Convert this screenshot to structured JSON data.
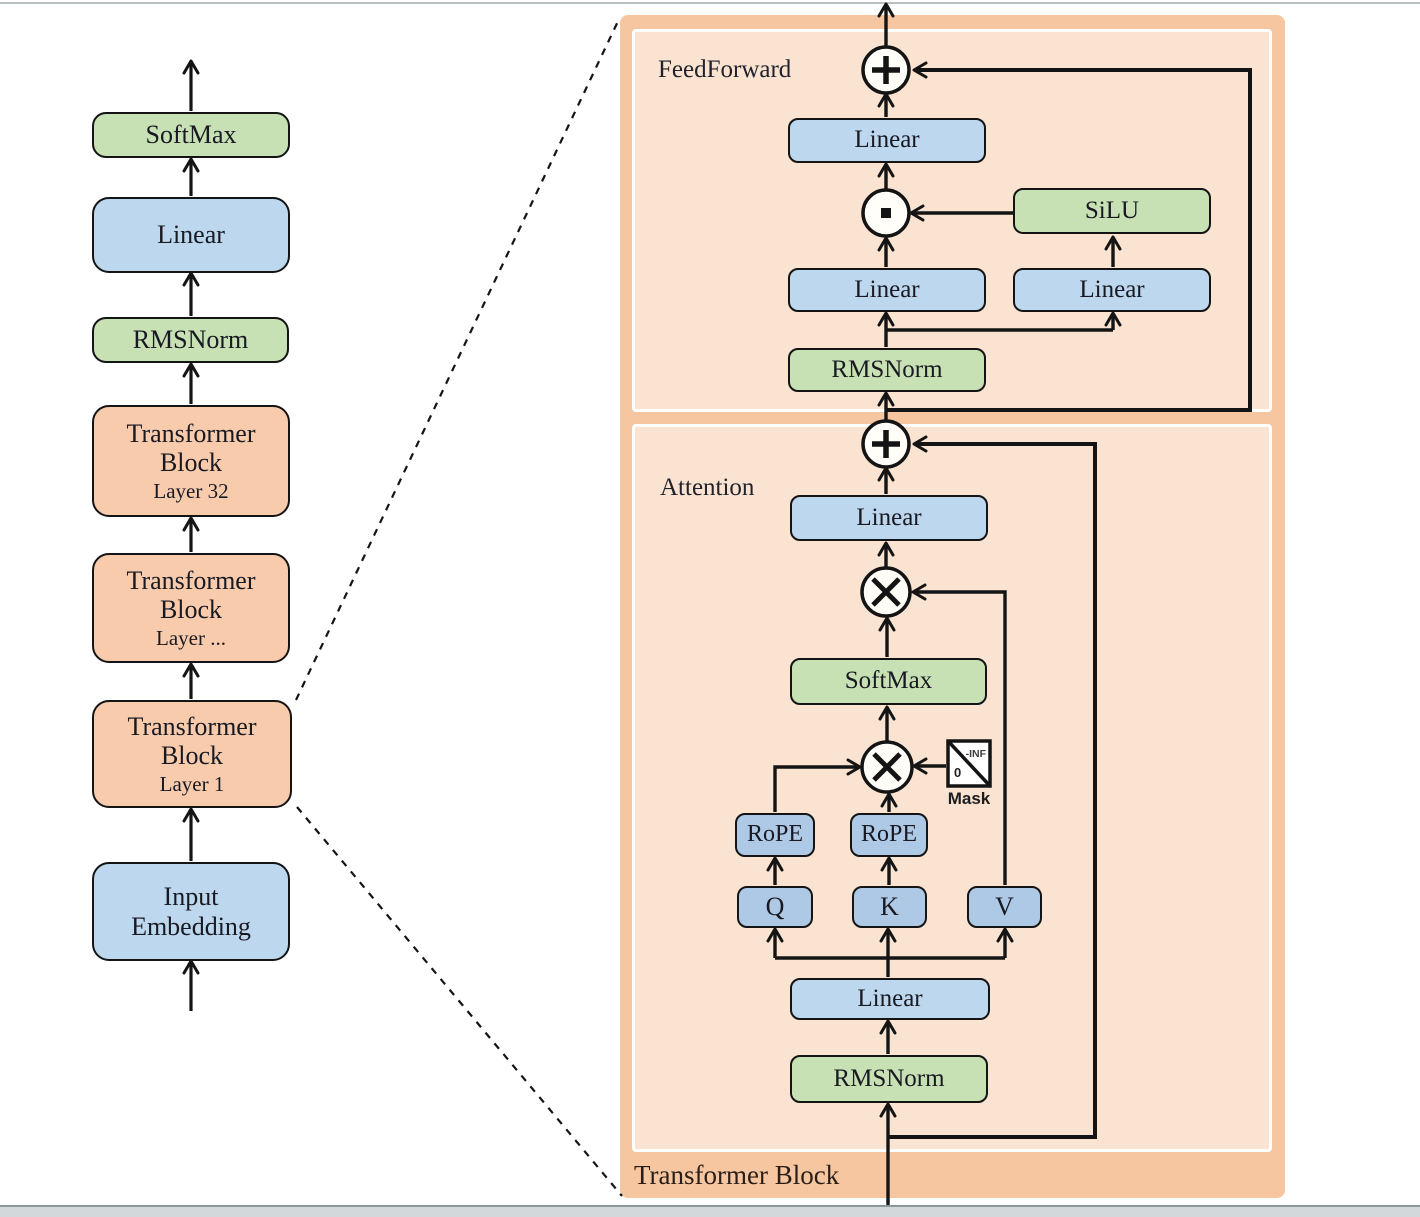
{
  "colors": {
    "blue_block": "#bdd8ee",
    "blue_block_small": "#aec9e6",
    "green_block": "#c7e1b5",
    "orange_block": "#f8cbad",
    "panel_outer": "#f5c6a0",
    "panel_inner": "#fbe3d1",
    "wire": "#141414"
  },
  "left_stack": {
    "blocks": [
      {
        "label": "SoftMax"
      },
      {
        "label": "Linear"
      },
      {
        "label": "RMSNorm"
      },
      {
        "label": "Transformer Block",
        "sublabel": "Layer 32"
      },
      {
        "label": "Transformer Block",
        "sublabel": "Layer ..."
      },
      {
        "label": "Transformer Block",
        "sublabel": "Layer 1"
      },
      {
        "label": "Input Embedding"
      }
    ]
  },
  "right_panel": {
    "title": "Transformer Block",
    "feedforward": {
      "title": "FeedForward",
      "linear_out": "Linear",
      "silu": "SiLU",
      "linear_gate": "Linear",
      "linear_up": "Linear",
      "rmsnorm": "RMSNorm"
    },
    "attention": {
      "title": "Attention",
      "linear_out": "Linear",
      "softmax": "SoftMax",
      "rope_q": "RoPE",
      "rope_k": "RoPE",
      "q": "Q",
      "k": "K",
      "v": "V",
      "linear_in": "Linear",
      "rmsnorm": "RMSNorm",
      "mask": {
        "label": "Mask",
        "upper_value": "-INF",
        "lower_value": "0"
      }
    }
  },
  "icons": {
    "residual_add": "circle-plus",
    "matmul": "circle-times",
    "elementwise_product": "circle-dot",
    "mask": "mask-matrix"
  }
}
